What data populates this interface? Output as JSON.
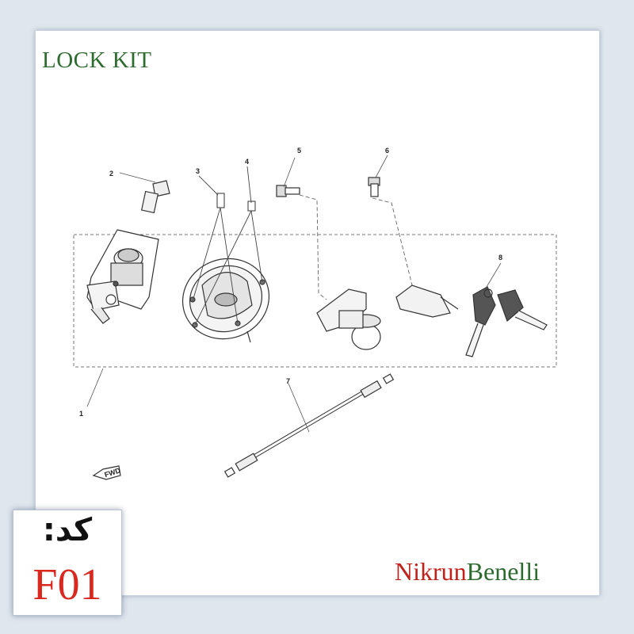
{
  "title": "LOCK KIT",
  "callouts": {
    "p1": "1",
    "p2": "2",
    "p3": "3",
    "p4": "4",
    "p5": "5",
    "p6": "6",
    "p7": "7",
    "p8": "8"
  },
  "fwd_label": "FWD",
  "brand": {
    "part1": "Nikrun",
    "part2": "Benelli"
  },
  "code": {
    "label": "کد:",
    "value": "F01"
  },
  "colors": {
    "title": "#2e6b2f",
    "brand_red": "#c0221b",
    "brand_green": "#2e6b2f",
    "code_red": "#d9281f"
  }
}
